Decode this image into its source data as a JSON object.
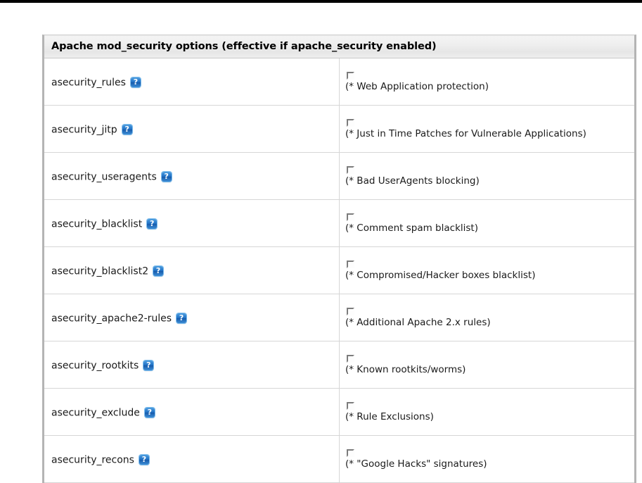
{
  "panel": {
    "header_title": "Apache mod_security options (effective if apache_security enabled)",
    "help_icon_glyph": "?",
    "accent_color": "#1f6fc4",
    "border_color": "#b4b4b4",
    "header_bg_color": "#ededed"
  },
  "rows": [
    {
      "name": "asecurity_rules",
      "help": "?",
      "checked": false,
      "description": "(* Web Application protection)"
    },
    {
      "name": "asecurity_jitp",
      "help": "?",
      "checked": false,
      "description": "(* Just in Time Patches for Vulnerable Applications)"
    },
    {
      "name": "asecurity_useragents",
      "help": "?",
      "checked": false,
      "description": "(* Bad UserAgents blocking)"
    },
    {
      "name": "asecurity_blacklist",
      "help": "?",
      "checked": false,
      "description": "(* Comment spam blacklist)"
    },
    {
      "name": "asecurity_blacklist2",
      "help": "?",
      "checked": false,
      "description": "(* Compromised/Hacker boxes blacklist)"
    },
    {
      "name": "asecurity_apache2-rules",
      "help": "?",
      "checked": false,
      "description": "(* Additional Apache 2.x rules)"
    },
    {
      "name": "asecurity_rootkits",
      "help": "?",
      "checked": false,
      "description": "(* Known rootkits/worms)"
    },
    {
      "name": "asecurity_exclude",
      "help": "?",
      "checked": false,
      "description": "(* Rule Exclusions)"
    },
    {
      "name": "asecurity_recons",
      "help": "?",
      "checked": false,
      "description": "(* \"Google Hacks\" signatures)"
    }
  ]
}
